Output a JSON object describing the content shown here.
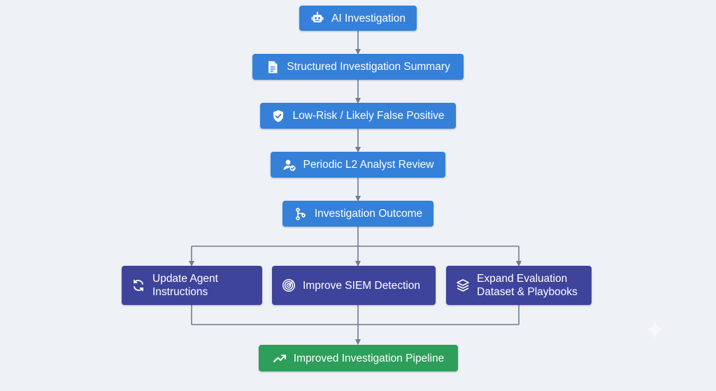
{
  "nodes": {
    "ai_investigation": {
      "label": "AI Investigation",
      "icon": "robot-icon"
    },
    "structured_summary": {
      "label": "Structured Investigation Summary",
      "icon": "document-icon"
    },
    "low_risk": {
      "label": "Low-Risk / Likely False Positive",
      "icon": "shield-check-icon"
    },
    "periodic_review": {
      "label": "Periodic L2 Analyst Review",
      "icon": "user-check-icon"
    },
    "investigation_outcome": {
      "label": "Investigation Outcome",
      "icon": "branch-icon"
    },
    "update_agent": {
      "label": "Update Agent\nInstructions",
      "icon": "refresh-icon"
    },
    "improve_siem": {
      "label": "Improve SIEM Detection",
      "icon": "radar-icon"
    },
    "expand_dataset": {
      "label": "Expand Evaluation\nDataset & Playbooks",
      "icon": "layers-icon"
    },
    "improved_pipeline": {
      "label": "Improved Investigation Pipeline",
      "icon": "trend-up-icon"
    }
  },
  "colors": {
    "background": "#eef1f6",
    "primary_node": "#3580d9",
    "action_node": "#3e449b",
    "result_node": "#2e9e5b",
    "connector": "#6f7c8e"
  }
}
